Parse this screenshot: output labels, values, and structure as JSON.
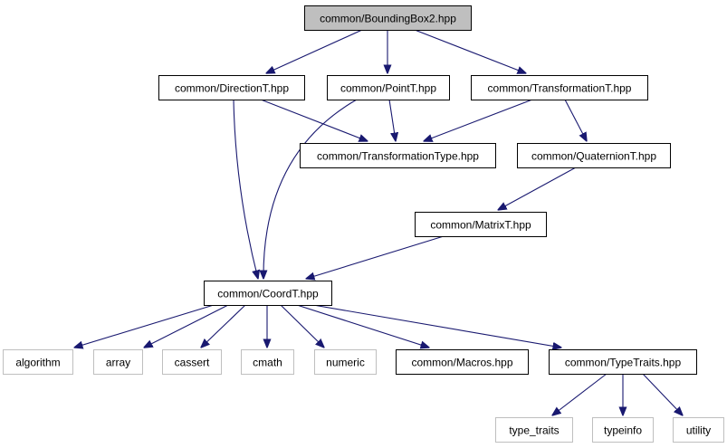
{
  "colors": {
    "edge": "#191970",
    "border_normal": "#000000",
    "border_external": "#bfbfbf",
    "fill_root": "#bfbfbf",
    "fill_normal": "#ffffff"
  },
  "nodes": [
    {
      "id": "boundingbox2",
      "label": "common/BoundingBox2.hpp",
      "kind": "root"
    },
    {
      "id": "direction",
      "label": "common/DirectionT.hpp",
      "kind": "normal"
    },
    {
      "id": "point",
      "label": "common/PointT.hpp",
      "kind": "normal"
    },
    {
      "id": "transformation",
      "label": "common/TransformationT.hpp",
      "kind": "normal"
    },
    {
      "id": "transformationtype",
      "label": "common/TransformationType.hpp",
      "kind": "normal"
    },
    {
      "id": "quaternion",
      "label": "common/QuaternionT.hpp",
      "kind": "normal"
    },
    {
      "id": "matrix",
      "label": "common/MatrixT.hpp",
      "kind": "normal"
    },
    {
      "id": "coord",
      "label": "common/CoordT.hpp",
      "kind": "normal"
    },
    {
      "id": "algorithm",
      "label": "algorithm",
      "kind": "external"
    },
    {
      "id": "array",
      "label": "array",
      "kind": "external"
    },
    {
      "id": "cassert",
      "label": "cassert",
      "kind": "external"
    },
    {
      "id": "cmath",
      "label": "cmath",
      "kind": "external"
    },
    {
      "id": "numeric",
      "label": "numeric",
      "kind": "external"
    },
    {
      "id": "macros",
      "label": "common/Macros.hpp",
      "kind": "normal"
    },
    {
      "id": "typetraits",
      "label": "common/TypeTraits.hpp",
      "kind": "normal"
    },
    {
      "id": "type_traits",
      "label": "type_traits",
      "kind": "external"
    },
    {
      "id": "typeinfo",
      "label": "typeinfo",
      "kind": "external"
    },
    {
      "id": "utility",
      "label": "utility",
      "kind": "external"
    }
  ],
  "edges": [
    {
      "from": "boundingbox2",
      "to": "direction"
    },
    {
      "from": "boundingbox2",
      "to": "point"
    },
    {
      "from": "boundingbox2",
      "to": "transformation"
    },
    {
      "from": "direction",
      "to": "transformationtype"
    },
    {
      "from": "direction",
      "to": "coord"
    },
    {
      "from": "point",
      "to": "transformationtype"
    },
    {
      "from": "point",
      "to": "coord"
    },
    {
      "from": "transformation",
      "to": "transformationtype"
    },
    {
      "from": "transformation",
      "to": "quaternion"
    },
    {
      "from": "quaternion",
      "to": "matrix"
    },
    {
      "from": "matrix",
      "to": "coord"
    },
    {
      "from": "coord",
      "to": "algorithm"
    },
    {
      "from": "coord",
      "to": "array"
    },
    {
      "from": "coord",
      "to": "cassert"
    },
    {
      "from": "coord",
      "to": "cmath"
    },
    {
      "from": "coord",
      "to": "numeric"
    },
    {
      "from": "coord",
      "to": "macros"
    },
    {
      "from": "coord",
      "to": "typetraits"
    },
    {
      "from": "typetraits",
      "to": "type_traits"
    },
    {
      "from": "typetraits",
      "to": "typeinfo"
    },
    {
      "from": "typetraits",
      "to": "utility"
    }
  ]
}
